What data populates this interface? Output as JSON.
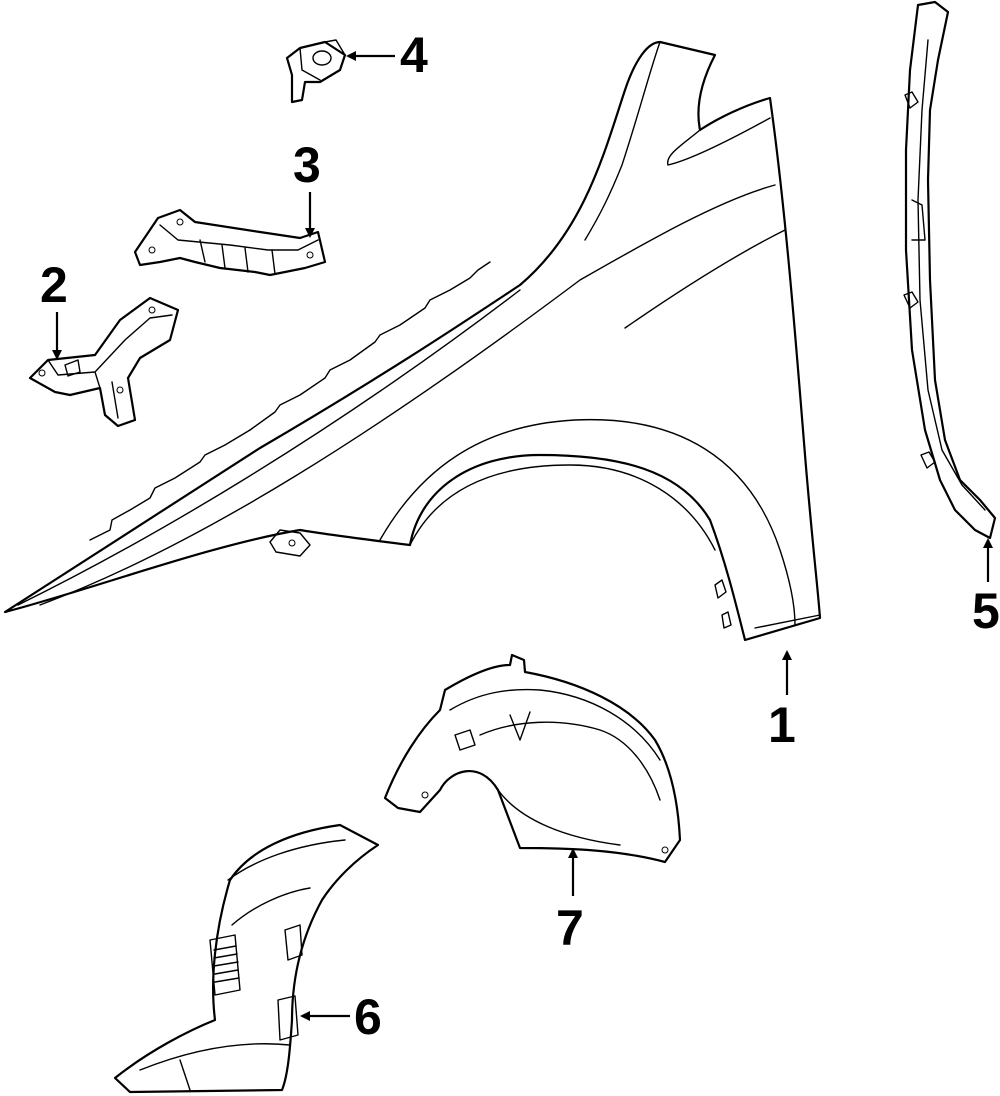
{
  "diagram": {
    "colors": {
      "line": "#000000",
      "background": "#ffffff"
    },
    "callouts": [
      {
        "id": "1",
        "label": "1",
        "part": "fender"
      },
      {
        "id": "2",
        "label": "2",
        "part": "front-fender-bracket"
      },
      {
        "id": "3",
        "label": "3",
        "part": "fender-support-bracket"
      },
      {
        "id": "4",
        "label": "4",
        "part": "fender-mounting-clip"
      },
      {
        "id": "5",
        "label": "5",
        "part": "fender-side-trim"
      },
      {
        "id": "6",
        "label": "6",
        "part": "front-wheel-liner"
      },
      {
        "id": "7",
        "label": "7",
        "part": "rear-wheel-liner"
      }
    ]
  }
}
